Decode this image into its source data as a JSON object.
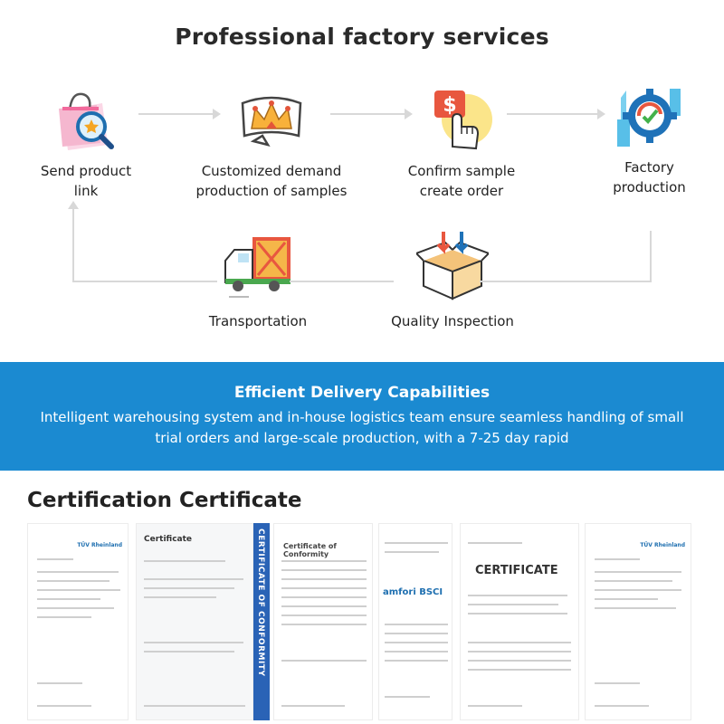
{
  "title": "Professional factory services",
  "steps": [
    {
      "label_line1": "Send product",
      "label_line2": "link",
      "icon": "shopping-bag-icon"
    },
    {
      "label_line1": "Customized demand",
      "label_line2": "production of samples",
      "icon": "crown-icon"
    },
    {
      "label_line1": "Confirm sample",
      "label_line2": "create order",
      "icon": "price-tap-icon"
    },
    {
      "label_line1": "Factory",
      "label_line2": "production",
      "icon": "factory-gear-icon"
    },
    {
      "label_line1": "Quality Inspection",
      "label_line2": "",
      "icon": "box-icon"
    },
    {
      "label_line1": "Transportation",
      "label_line2": "",
      "icon": "truck-icon"
    }
  ],
  "banner": {
    "title": "Efficient Delivery Capabilities",
    "text": "Intelligent warehousing system and in-house logistics team ensure seamless handling of small trial orders and large-scale production, with a 7-25 day rapid",
    "color": "#1b8ad1"
  },
  "certificates": {
    "title": "Certification Certificate",
    "items": [
      {
        "heading": "TÜV Rheinland"
      },
      {
        "heading": "Certificate"
      },
      {
        "heading": "CERTIFICATE OF CONFORMITY"
      },
      {
        "heading": "Certificate of Conformity"
      },
      {
        "heading": "amfori BSCI"
      },
      {
        "heading": "CERTIFICATE"
      },
      {
        "heading": "TÜV Rheinland"
      }
    ]
  }
}
